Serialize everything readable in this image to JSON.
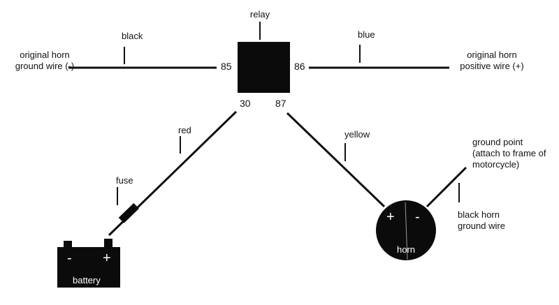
{
  "relay": {
    "label": "relay",
    "pin_85": "85",
    "pin_86": "86",
    "pin_30": "30",
    "pin_87": "87"
  },
  "wires": {
    "black": "black",
    "blue": "blue",
    "red": "red",
    "yellow": "yellow",
    "fuse": "fuse"
  },
  "left_terminal": {
    "line1": "original horn",
    "line2": "ground wire (-)"
  },
  "right_terminal": {
    "line1": "original horn",
    "line2": "positive wire (+)"
  },
  "ground_point": {
    "line1": "ground point",
    "line2": "(attach to frame of",
    "line3": "motorcycle)"
  },
  "horn_ground": {
    "line1": "black horn",
    "line2": "ground wire"
  },
  "battery": {
    "label": "battery",
    "minus": "-",
    "plus": "+"
  },
  "horn": {
    "label": "horn",
    "plus": "+",
    "minus": "-"
  },
  "colors": {
    "component": "#0b0b0b",
    "wire": "#111111"
  }
}
